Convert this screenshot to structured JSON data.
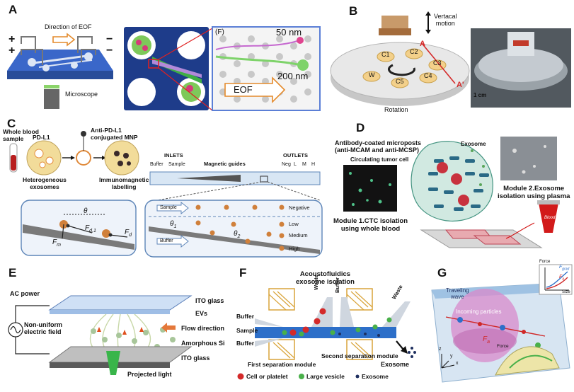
{
  "panels": {
    "a": {
      "letter": "A",
      "direction": "Direction of EOF",
      "plus": "+",
      "minus": "−",
      "microscope": "Microscope",
      "inset_tag": "(F)",
      "size_small": "50 nm",
      "size_large": "200 nm",
      "eof": "EOF"
    },
    "b": {
      "letter": "B",
      "vertical_motion": "Vertacal\nmotion",
      "chambers": [
        "C1",
        "C2",
        "C3",
        "C4",
        "C5",
        "W"
      ],
      "section_a": "A",
      "section_a_prime": "A'",
      "rotation": "Rotation",
      "scale": "1 cm"
    },
    "c": {
      "letter": "C",
      "whole_blood": "Whole blood\nsample",
      "pd_l1": "PD-L1",
      "mnp": "Anti-PD-L1\nconjugated MNP",
      "hetero": "Heterogeneous\nexosomes",
      "immuno": "Immunomagnetic\nlabelling",
      "inlets": "INLETS",
      "outlets": "OUTLETS",
      "magnetic": "Magnetic guides",
      "buffer": "Buffer",
      "sample": "Sample",
      "outlet_names": [
        "Neg",
        "L",
        "M",
        "H"
      ],
      "theta": "θ",
      "fd1": "F",
      "fd1_sub": "d,1",
      "fd": "F",
      "fd_sub": "d",
      "fm": "F",
      "fm_sub": "m",
      "theta1": "θ",
      "theta1_sub": "1",
      "theta2": "θ",
      "theta2_sub": "2",
      "levels": [
        "Negative",
        "Low",
        "Medium",
        "High"
      ]
    },
    "d": {
      "letter": "D",
      "antibody": "Antibody-coated microposts\n(anti-MCAM and anti-MCSP)",
      "ctc": "Circulating tumor cell",
      "exosome": "Exosome",
      "module2": "Module 2.Exosome\nisolation using plasma",
      "module1": "Module 1.CTC isolation\nusing whole blood",
      "blood": "Blood"
    },
    "e": {
      "letter": "E",
      "ac_power": "AC power",
      "ito_top": "ITO glass",
      "evs": "EVs",
      "nonuniform": "Non-uniform\nelectric field",
      "flow": "Flow direction",
      "amorphous": "Amorphous Si",
      "ito_bottom": "ITO glass",
      "projected": "Projected light"
    },
    "f": {
      "letter": "F",
      "title": "Acoustofluidics\nexosome isolation",
      "buffer1": "Buffer",
      "sample": "Sample",
      "buffer2": "Buffer",
      "waste1": "Waste",
      "buffer_v": "Buffer",
      "waste2": "Waste",
      "exosome": "Exosome",
      "first": "First separation module",
      "second": "Second separation module",
      "legend": [
        "Cell or platelet",
        "Large vesicle",
        "Exosome"
      ]
    },
    "g": {
      "letter": "G",
      "traveling": "Traveling\nwave",
      "incoming": "Incoming particles",
      "force": "Force",
      "fa": "F",
      "fa_sub": "a",
      "size": "Size",
      "legend_force": "Force",
      "legend_fgrad": "F",
      "legend_fgrad_sub": "grad",
      "legend_fa": "F",
      "legend_fa_sub": "a",
      "axes": [
        "x",
        "y",
        "z"
      ]
    }
  },
  "colors": {
    "blue": "#2f5fbf",
    "red": "#d42a2a",
    "green": "#49b04a",
    "orange": "#e48a2b",
    "navy": "#1e2f5f",
    "pink": "#e4548a"
  }
}
